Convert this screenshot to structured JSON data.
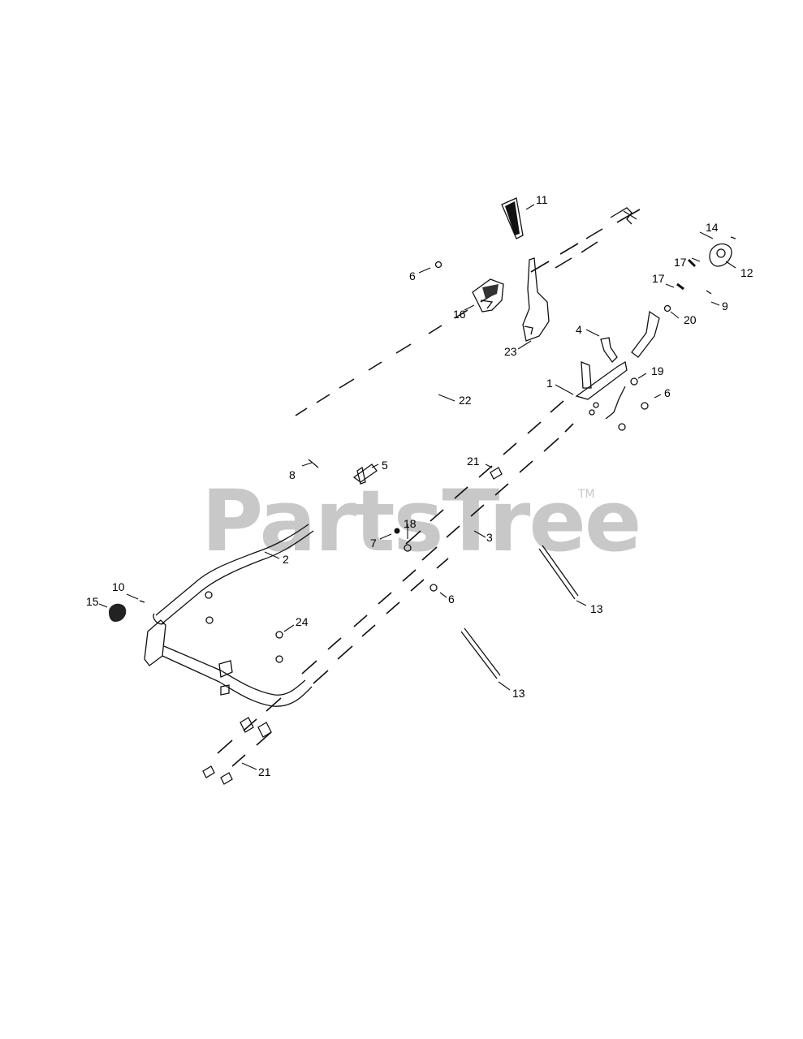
{
  "watermark": {
    "text": "PartsTree",
    "tm": "TM"
  },
  "callouts": {
    "c1": "1",
    "c2": "2",
    "c3": "3",
    "c4": "4",
    "c5": "5",
    "c6a": "6",
    "c6b": "6",
    "c6c": "6",
    "c7": "7",
    "c8": "8",
    "c9": "9",
    "c10": "10",
    "c11": "11",
    "c12": "12",
    "c13a": "13",
    "c13b": "13",
    "c14": "14",
    "c15": "15",
    "c16": "16",
    "c17a": "17",
    "c17b": "17",
    "c18": "18",
    "c19": "19",
    "c20": "20",
    "c21a": "21",
    "c21b": "21",
    "c22": "22",
    "c23": "23",
    "c24": "24"
  }
}
